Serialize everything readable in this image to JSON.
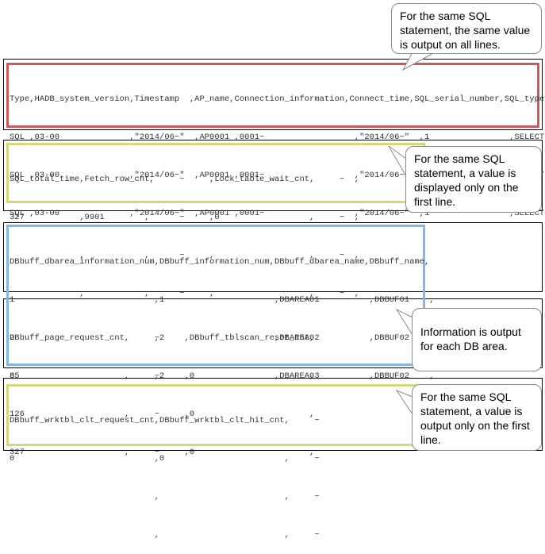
{
  "sections": [
    {
      "id": "section1",
      "lines": [
        "Type,HADB_system_version,Timestamp  ,AP_name,Connection_information,Connect_time,SQL_serial_number,SQL_type,",
        "SQL ,03-00              ,\"2014/06~\"  ,AP0001 ,0001~                  ,\"2014/06~\"  ,1                ,SELECT  ,",
        "SQL ,03-00              ,\"2014/06~\"  ,AP0001 ,0001~                  ,\"2014/06~\"  ,1                ,SELECT  ,",
        "SQL ,03-00              ,\"2014/06~\"  ,AP0001 ,0001~                  ,\"2014/06~\"  ,1                ,SELECT  ,"
      ],
      "callout": "For the same SQL statement, the same value is output on all lines."
    },
    {
      "id": "section2",
      "lines": [
        "SQL_total_time,Fetch_row_cnt,     ~     ,Lock_table_wait_cnt,     ~  ,",
        "327           ,9901        ,      ~     ,0                  ,     ~  ,",
        "              ,            ,      ~     ,                   ,     ~  ,",
        "              ,            ,      ~     ,                   ,     ~  ,"
      ],
      "callout": "For the same SQL statement, a value is displayed only on the first line."
    },
    {
      "id": "section3",
      "lines": [
        "DBbuff_dbarea_information_num,DBbuff_information_num,DBbuff_dbarea_name,DBbuff_name,",
        "1                            ,1                      ,DBAREA01          ,DBBUF01    ,",
        "2                            ,2                      ,DBAREA02          ,DBBUF02    ,",
        "3                            ,2                      ,DBAREA03          ,DBBUF02    ,"
      ]
    },
    {
      "id": "section4",
      "lines": [
        "DBbuff_page_request_cnt,     ~     ,DBbuff_tblscan_reset_cnt,",
        "65                     ,     ~     ,0                       ,",
        "126                    ,     ~     ,0                       ,",
        "327                    ,     ~     ,0                       ,"
      ],
      "callout": "Information is output for each DB area."
    },
    {
      "id": "section5",
      "lines": [
        "DBbuff_wrktbl_clt_request_cnt,DBbuff_wrktbl_clt_hit_cnt,     ~",
        "0                            ,0                        ,     ~",
        "                             ,                         ,     ~",
        "                             ,                         ,     ~"
      ],
      "callout": "For the same SQL statement, a value is output only on the first line."
    }
  ]
}
